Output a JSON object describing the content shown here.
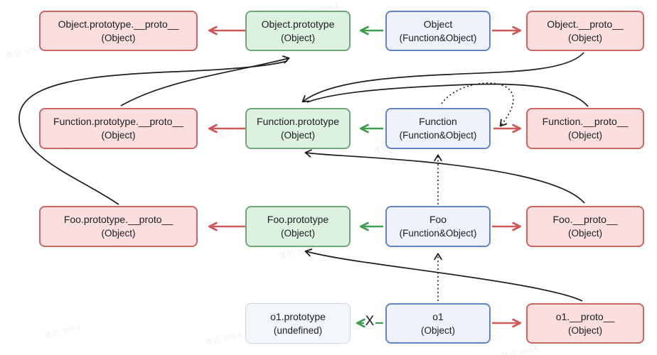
{
  "diagram": {
    "watermark": {
      "text": "笔记 3064"
    },
    "x_label": "X",
    "colors": {
      "pink_fill": "#fbdede",
      "pink_border": "#cc6663",
      "green_fill": "#dcf1e0",
      "green_border": "#6fa878",
      "blue_fill": "#edf2fb",
      "blue_border": "#6283c4",
      "light_fill": "#f3f6fb",
      "light_border": "#ccd6e8",
      "red_arrow": "#cf5858",
      "green_arrow": "#3f9e54",
      "black_arrow": "#1d1d1d"
    },
    "nodes": {
      "object_prototype_proto": {
        "title": "Object.prototype.__proto__",
        "subtitle": "(Object)"
      },
      "object_prototype": {
        "title": "Object.prototype",
        "subtitle": "(Object)"
      },
      "object": {
        "title": "Object",
        "subtitle": "(Function&Object)"
      },
      "object_proto": {
        "title": "Object.__proto__",
        "subtitle": "(Object)"
      },
      "function_prototype_proto": {
        "title": "Function.prototype.__proto__",
        "subtitle": "(Object)"
      },
      "function_prototype": {
        "title": "Function.prototype",
        "subtitle": "(Object)"
      },
      "function": {
        "title": "Function",
        "subtitle": "(Function&Object)"
      },
      "function_proto": {
        "title": "Function.__proto__",
        "subtitle": "(Object)"
      },
      "foo_prototype_proto": {
        "title": "Foo.prototype.__proto__",
        "subtitle": "(Object)"
      },
      "foo_prototype": {
        "title": "Foo.prototype",
        "subtitle": "(Object)"
      },
      "foo": {
        "title": "Foo",
        "subtitle": "(Function&Object)"
      },
      "foo_proto": {
        "title": "Foo.__proto__",
        "subtitle": "(Object)"
      },
      "o1_prototype": {
        "title": "o1.prototype",
        "subtitle": "(undefined)"
      },
      "o1": {
        "title": "o1",
        "subtitle": "(Object)"
      },
      "o1_proto": {
        "title": "o1.__proto__",
        "subtitle": "(Object)"
      }
    },
    "edges": [
      {
        "from": "Object.prototype",
        "to": "Object.prototype.__proto__",
        "style": "red"
      },
      {
        "from": "Object",
        "to": "Object.prototype",
        "style": "green"
      },
      {
        "from": "Object",
        "to": "Object.__proto__",
        "style": "red"
      },
      {
        "from": "Function.prototype",
        "to": "Function.prototype.__proto__",
        "style": "red"
      },
      {
        "from": "Function",
        "to": "Function.prototype",
        "style": "green"
      },
      {
        "from": "Function",
        "to": "Function.__proto__",
        "style": "red"
      },
      {
        "from": "Foo.prototype",
        "to": "Foo.prototype.__proto__",
        "style": "red"
      },
      {
        "from": "Foo",
        "to": "Foo.prototype",
        "style": "green"
      },
      {
        "from": "Foo",
        "to": "Foo.__proto__",
        "style": "red"
      },
      {
        "from": "o1",
        "to": "o1.prototype",
        "style": "green-broken-x"
      },
      {
        "from": "o1",
        "to": "o1.__proto__",
        "style": "red"
      },
      {
        "from": "Function.prototype.__proto__",
        "to": "Object.prototype",
        "style": "black-curve"
      },
      {
        "from": "Foo.prototype.__proto__",
        "to": "Object.prototype",
        "style": "black-curve"
      },
      {
        "from": "Object.__proto__",
        "to": "Function.prototype",
        "style": "black-curve"
      },
      {
        "from": "Function.__proto__",
        "to": "Function.prototype",
        "style": "black-curve"
      },
      {
        "from": "Foo.__proto__",
        "to": "Function.prototype",
        "style": "black-curve"
      },
      {
        "from": "o1.__proto__",
        "to": "Foo.prototype",
        "style": "black-curve"
      },
      {
        "from": "o1",
        "to": "Foo",
        "style": "black-dotted"
      },
      {
        "from": "Foo",
        "to": "Function",
        "style": "black-dotted"
      },
      {
        "from": "Function",
        "to": "Function",
        "style": "black-dotted-loop"
      }
    ]
  }
}
